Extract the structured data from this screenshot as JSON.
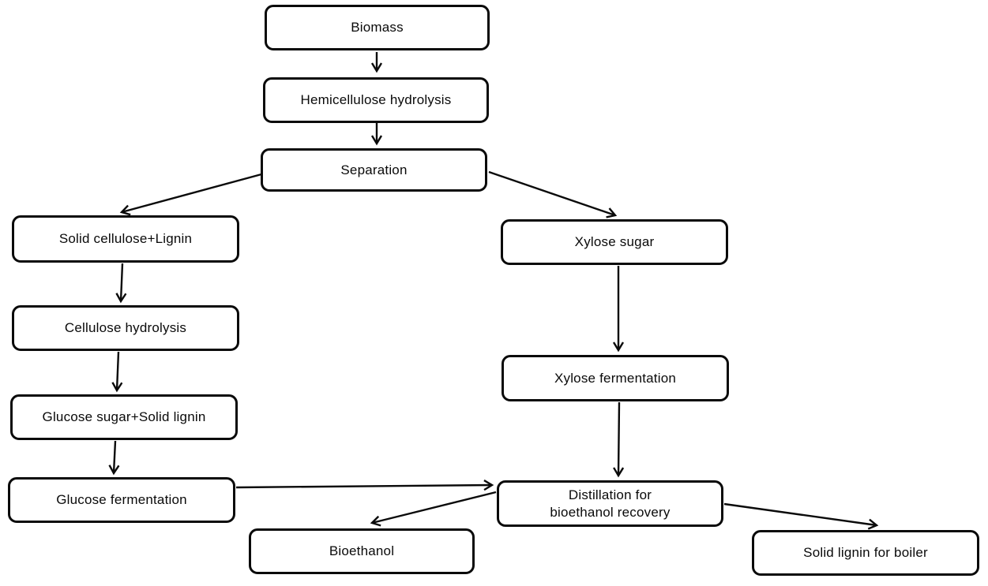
{
  "diagram": {
    "type": "flowchart",
    "background_color": "#ffffff",
    "box_style": {
      "fill": "#ffffff",
      "border_color": "#000000",
      "text_color": "#000000",
      "corner": "rounded"
    },
    "nodes": {
      "biomass": {
        "label": "Biomass"
      },
      "hemicellulose_hydrolysis": {
        "label": "Hemicellulose hydrolysis"
      },
      "separation": {
        "label": "Separation"
      },
      "solid_cellulose_lignin": {
        "label": "Solid cellulose+Lignin"
      },
      "cellulose_hydrolysis": {
        "label": "Cellulose hydrolysis"
      },
      "glucose_sugar_solid_lignin": {
        "label": "Glucose sugar+Solid lignin"
      },
      "glucose_fermentation": {
        "label": "Glucose fermentation"
      },
      "xylose_sugar": {
        "label": "Xylose sugar"
      },
      "xylose_fermentation": {
        "label": "Xylose fermentation"
      },
      "distillation": {
        "label": "Distillation for bioethanol recovery",
        "line1": "Distillation for",
        "line2": "bioethanol recovery"
      },
      "bioethanol": {
        "label": "Bioethanol"
      },
      "solid_lignin_for_boiler": {
        "label": "Solid lignin for boiler"
      }
    },
    "edges": [
      {
        "from": "biomass",
        "to": "hemicellulose_hydrolysis"
      },
      {
        "from": "hemicellulose_hydrolysis",
        "to": "separation"
      },
      {
        "from": "separation",
        "to": "solid_cellulose_lignin"
      },
      {
        "from": "separation",
        "to": "xylose_sugar"
      },
      {
        "from": "solid_cellulose_lignin",
        "to": "cellulose_hydrolysis"
      },
      {
        "from": "cellulose_hydrolysis",
        "to": "glucose_sugar_solid_lignin"
      },
      {
        "from": "glucose_sugar_solid_lignin",
        "to": "glucose_fermentation"
      },
      {
        "from": "xylose_sugar",
        "to": "xylose_fermentation"
      },
      {
        "from": "xylose_fermentation",
        "to": "distillation"
      },
      {
        "from": "glucose_fermentation",
        "to": "distillation"
      },
      {
        "from": "distillation",
        "to": "bioethanol"
      },
      {
        "from": "distillation",
        "to": "solid_lignin_for_boiler"
      }
    ]
  }
}
